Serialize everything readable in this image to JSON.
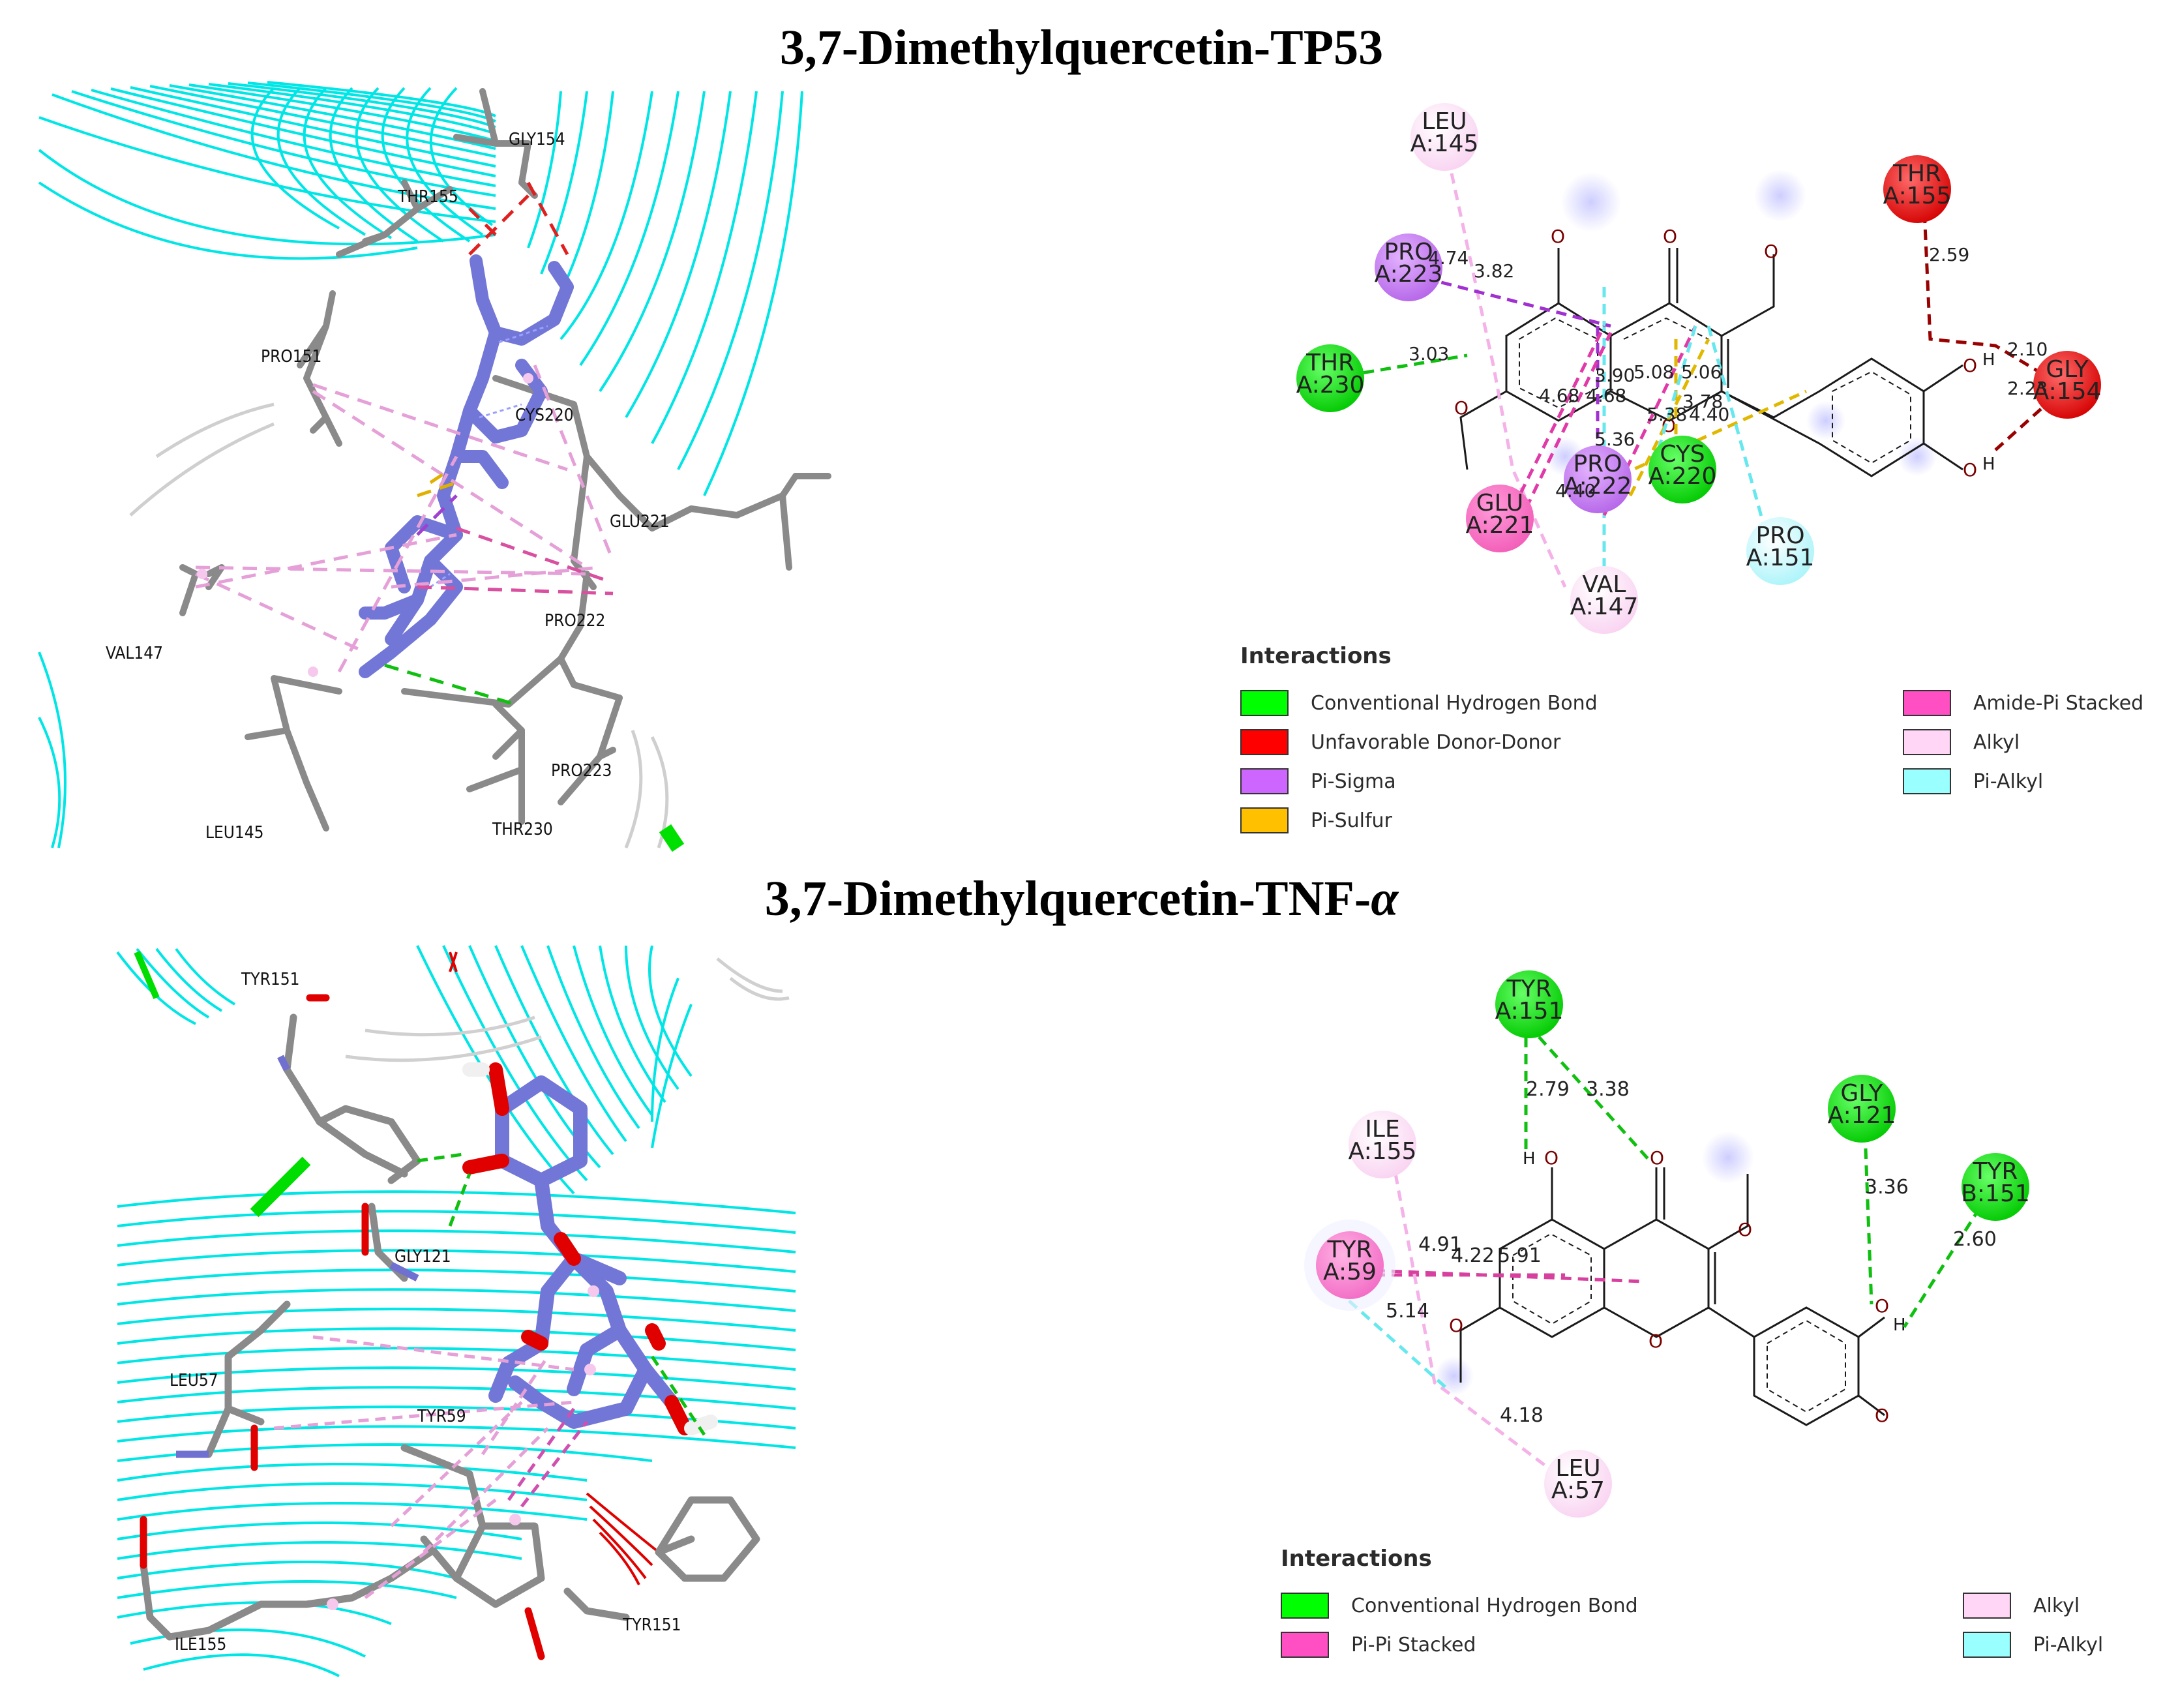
{
  "panel1": {
    "title": "3,7-Dimethylquercetin-TP53",
    "residues3d": [
      "GLY154",
      "THR155",
      "PRO151",
      "CYS220",
      "GLU221",
      "PRO222",
      "VAL147",
      "PRO223",
      "LEU145",
      "THR230"
    ],
    "residues2d": [
      {
        "id": "leu145",
        "name": "LEU",
        "chain": "A:145",
        "type": "alkyl"
      },
      {
        "id": "pro223",
        "name": "PRO",
        "chain": "A:223",
        "type": "pisigma"
      },
      {
        "id": "thr230",
        "name": "THR",
        "chain": "A:230",
        "type": "hbond"
      },
      {
        "id": "thr155",
        "name": "THR",
        "chain": "A:155",
        "type": "unfav"
      },
      {
        "id": "gly154",
        "name": "GLY",
        "chain": "A:154",
        "type": "unfav"
      },
      {
        "id": "glu221",
        "name": "GLU",
        "chain": "A:221",
        "type": "amide"
      },
      {
        "id": "pro222",
        "name": "PRO",
        "chain": "A:222",
        "type": "pisigma"
      },
      {
        "id": "cys220",
        "name": "CYS",
        "chain": "A:220",
        "type": "hbond"
      },
      {
        "id": "pro151",
        "name": "PRO",
        "chain": "A:151",
        "type": "pialkyl"
      },
      {
        "id": "val147",
        "name": "VAL",
        "chain": "A:147",
        "type": "alkyl"
      }
    ],
    "distances": [
      "4.74",
      "3.82",
      "3.03",
      "2.59",
      "2.10",
      "2.23",
      "3.90",
      "5.08",
      "5.06",
      "4.68",
      "4.68",
      "3.78",
      "5.38",
      "4.40",
      "5.36",
      "4.40"
    ],
    "legend": {
      "title": "Interactions",
      "items": [
        {
          "label": "Conventional Hydrogen Bond",
          "color": "#00ff00"
        },
        {
          "label": "Unfavorable Donor-Donor",
          "color": "#ff0000"
        },
        {
          "label": "Pi-Sigma",
          "color": "#cc66ff"
        },
        {
          "label": "Pi-Sulfur",
          "color": "#ffc000"
        },
        {
          "label": "Amide-Pi Stacked",
          "color": "#ff4fc3"
        },
        {
          "label": "Alkyl",
          "color": "#ffd6f5"
        },
        {
          "label": "Pi-Alkyl",
          "color": "#99ffff"
        }
      ]
    }
  },
  "panel2": {
    "title_main": "3,7-Dimethylquercetin-TNF-",
    "title_greek": "α",
    "residues3d": [
      "TYR151",
      "GLY121",
      "LEU57",
      "TYR59",
      "ILE155",
      "TYR151"
    ],
    "residues2d": [
      {
        "id": "tyr151a",
        "name": "TYR",
        "chain": "A:151",
        "type": "hbond"
      },
      {
        "id": "gly121",
        "name": "GLY",
        "chain": "A:121",
        "type": "hbond"
      },
      {
        "id": "tyr151b",
        "name": "TYR",
        "chain": "B:151",
        "type": "hbond"
      },
      {
        "id": "ile155",
        "name": "ILE",
        "chain": "A:155",
        "type": "alkyl"
      },
      {
        "id": "tyr59",
        "name": "TYR",
        "chain": "A:59",
        "type": "pipi"
      },
      {
        "id": "leu57",
        "name": "LEU",
        "chain": "A:57",
        "type": "alkyl"
      }
    ],
    "distances": [
      "2.79",
      "3.38",
      "3.36",
      "2.60",
      "4.91",
      "4.22",
      "5.91",
      "5.14",
      "4.18"
    ],
    "legend": {
      "title": "Interactions",
      "items": [
        {
          "label": "Conventional Hydrogen Bond",
          "color": "#00ff00"
        },
        {
          "label": "Pi-Pi Stacked",
          "color": "#ff4fc3"
        },
        {
          "label": "Alkyl",
          "color": "#ffd6f5"
        },
        {
          "label": "Pi-Alkyl",
          "color": "#99ffff"
        }
      ]
    }
  },
  "atoms": {
    "oxygen": "O",
    "hydrogen": "H"
  }
}
